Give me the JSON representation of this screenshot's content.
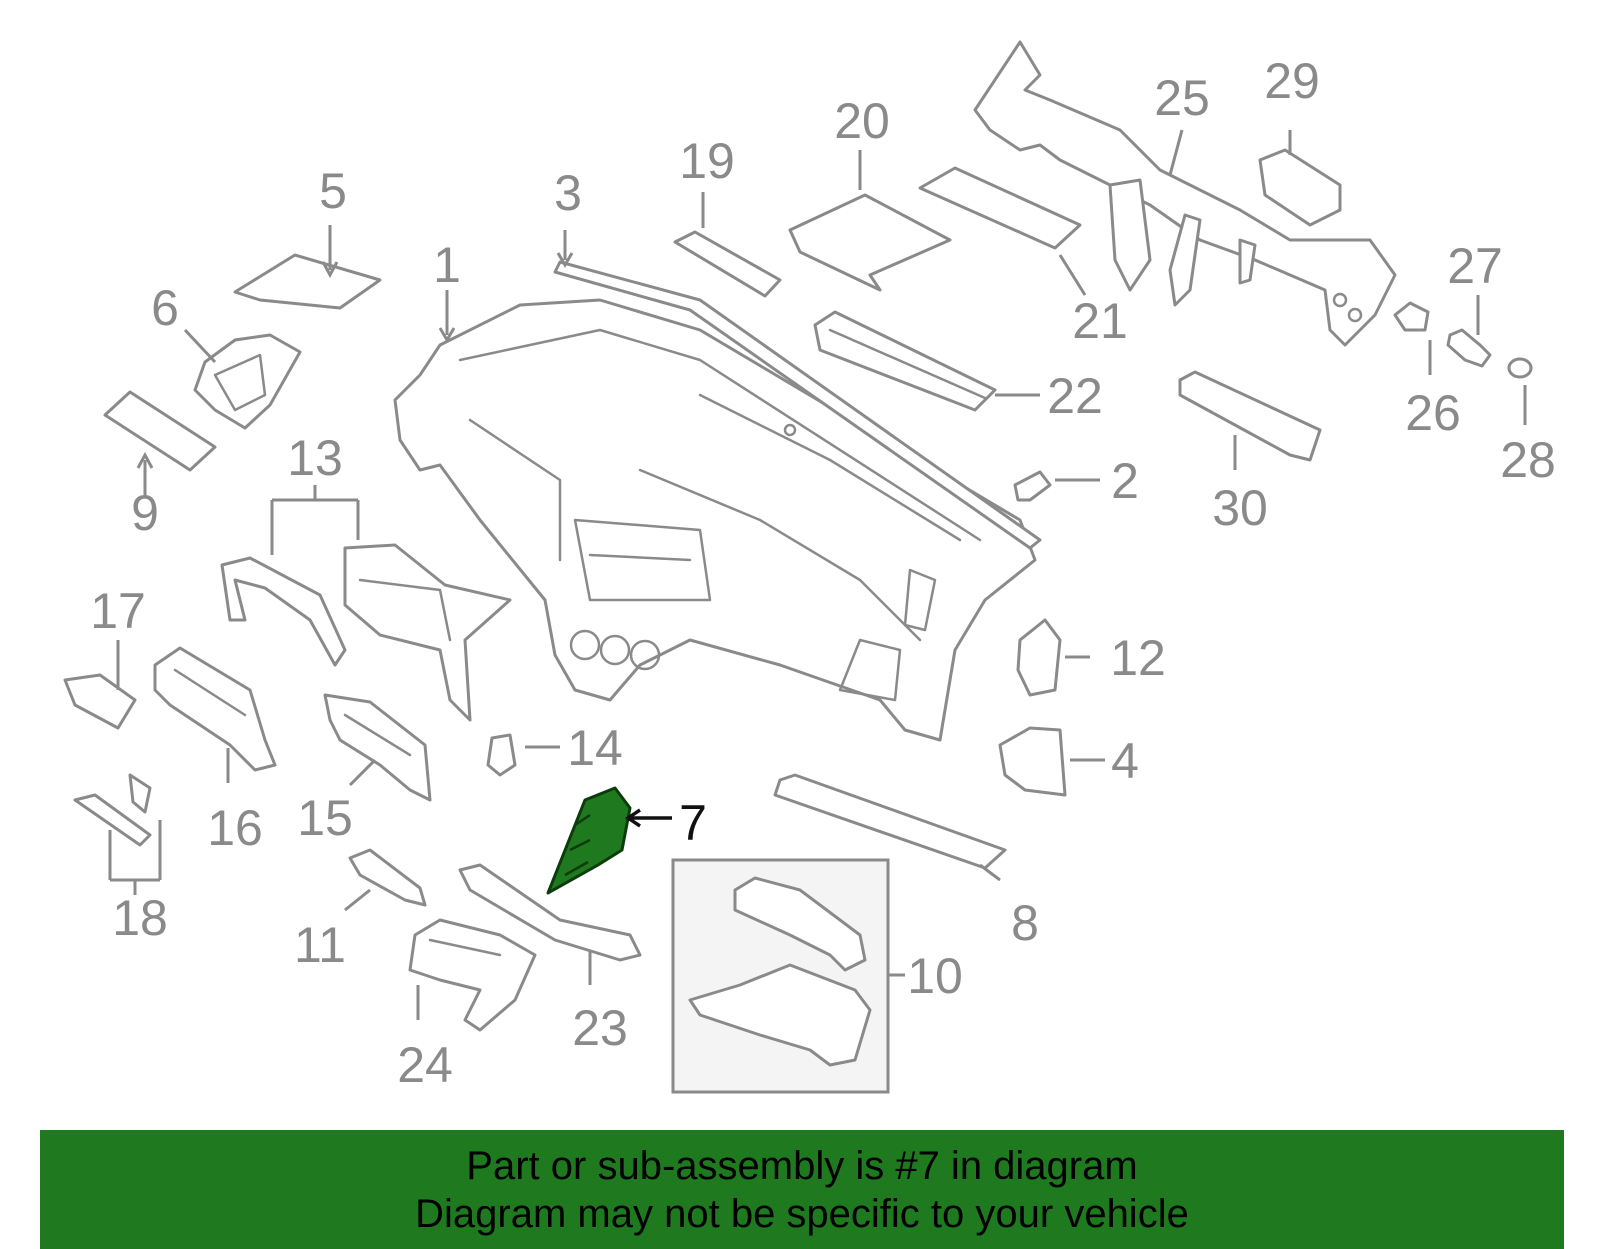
{
  "diagram": {
    "highlight_part": "7",
    "highlight_color": "#1f7a1f",
    "banner_color": "#1f7a1f",
    "callouts": {
      "c1": "1",
      "c2": "2",
      "c3": "3",
      "c4": "4",
      "c5": "5",
      "c6": "6",
      "c7": "7",
      "c8": "8",
      "c9": "9",
      "c10": "10",
      "c11": "11",
      "c12": "12",
      "c13": "13",
      "c14": "14",
      "c15": "15",
      "c16": "16",
      "c17": "17",
      "c18": "18",
      "c19": "19",
      "c20": "20",
      "c21": "21",
      "c22": "22",
      "c23": "23",
      "c24": "24",
      "c25": "25",
      "c26": "26",
      "c27": "27",
      "c28": "28",
      "c29": "29",
      "c30": "30"
    }
  },
  "banner": {
    "line1": "Part or sub-assembly is #7 in diagram",
    "line2": "Diagram may not be specific to your vehicle"
  }
}
